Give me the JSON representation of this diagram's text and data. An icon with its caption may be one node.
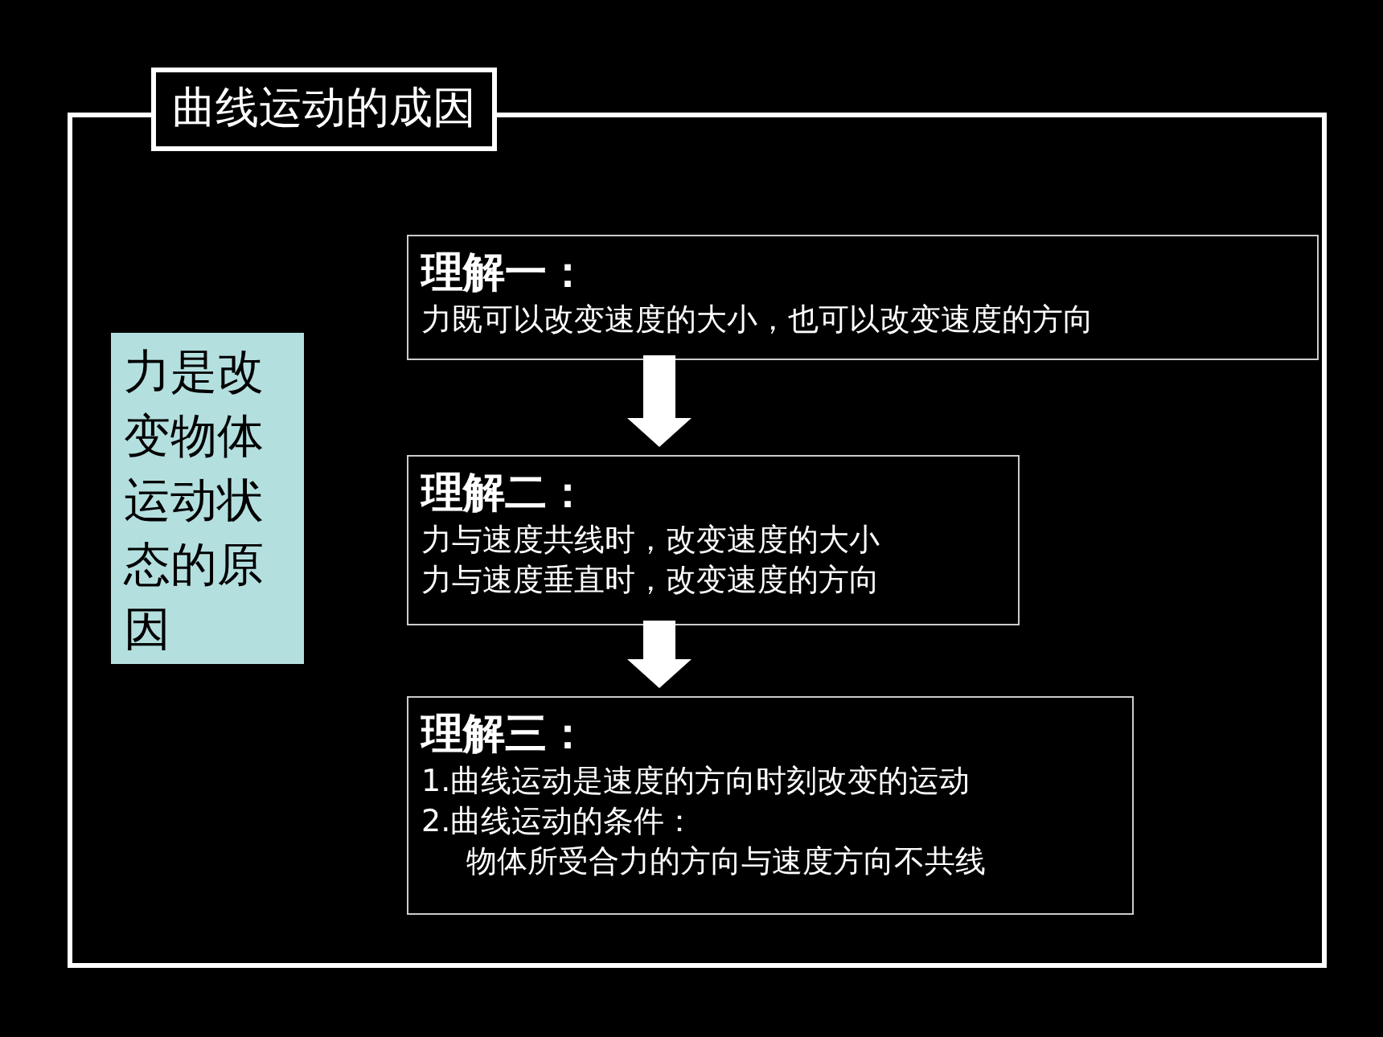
{
  "diagram": {
    "nodes": [
      {
        "text": [
          "曲线运动的成因"
        ]
      },
      {
        "text": [
          "力是改变物体运动状态的原因"
        ],
        "in": 0
      },
      {
        "text": [
          "理解一：",
          "力既可以改变速度的大小，也可以改变速度的方向"
        ],
        "in": 0
      },
      {
        "text": [
          "理解二：",
          "力与速度共线时，改变速度的大小",
          "力与速度垂直时，改变速度的方向"
        ],
        "in": 0
      },
      {
        "text": [
          "理解三：",
          "1.曲线运动是速度的方向时刻改变的运动",
          "2.曲线运动的条件：",
          "物体所受合力的方向与速度方向不共线"
        ],
        "in": 0
      }
    ],
    "edges": [
      {
        "from": 2,
        "to": 3,
        "arrow": "to"
      },
      {
        "from": 3,
        "to": 4,
        "arrow": "to"
      }
    ]
  }
}
